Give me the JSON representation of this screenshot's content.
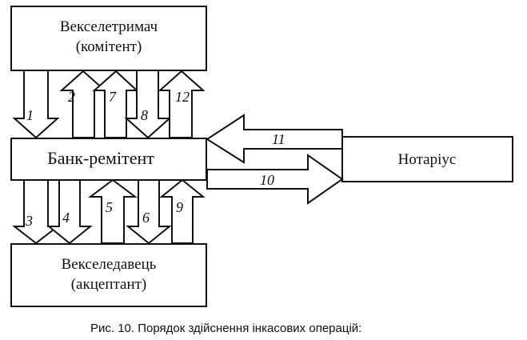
{
  "boxes": {
    "holder": {
      "line1": "Векселетримач",
      "line2": "(комітент)"
    },
    "bank": {
      "label": "Банк-ремітент"
    },
    "drawer": {
      "line1": "Векселедавець",
      "line2": "(акцептант)"
    },
    "notary": {
      "label": "Нотаріус"
    }
  },
  "arrows": {
    "a1": "1",
    "a2": "2",
    "a7": "7",
    "a8": "8",
    "a12": "12",
    "a3": "3",
    "a4": "4",
    "a5": "5",
    "a6": "6",
    "a9": "9",
    "a11": "11",
    "a10": "10"
  },
  "caption": "Рис. 10. Порядок здійснення інкасових операцій:"
}
